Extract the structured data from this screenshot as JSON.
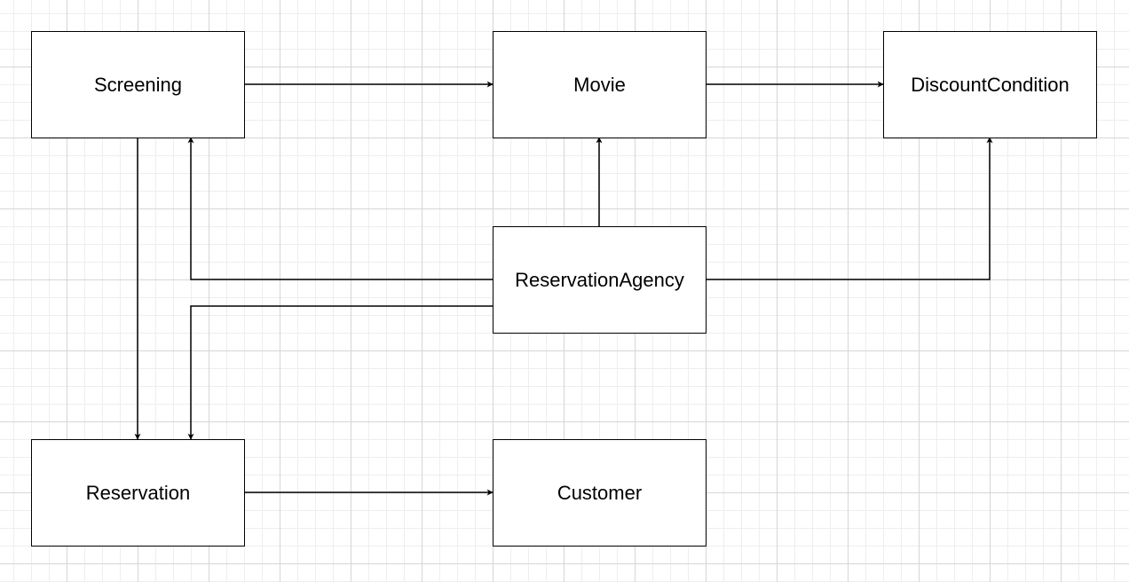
{
  "diagram": {
    "nodes": [
      {
        "id": "screening",
        "label": "Screening"
      },
      {
        "id": "movie",
        "label": "Movie"
      },
      {
        "id": "discountcondition",
        "label": "DiscountCondition"
      },
      {
        "id": "reservationagency",
        "label": "ReservationAgency"
      },
      {
        "id": "reservation",
        "label": "Reservation"
      },
      {
        "id": "customer",
        "label": "Customer"
      }
    ],
    "edges": [
      {
        "from": "screening",
        "to": "movie"
      },
      {
        "from": "movie",
        "to": "discountcondition"
      },
      {
        "from": "reservationagency",
        "to": "movie"
      },
      {
        "from": "reservationagency",
        "to": "discountcondition"
      },
      {
        "from": "reservationagency",
        "to": "screening"
      },
      {
        "from": "reservationagency",
        "to": "reservation"
      },
      {
        "from": "screening",
        "to": "reservation"
      },
      {
        "from": "reservation",
        "to": "customer"
      }
    ],
    "colors": {
      "stroke": "#000000",
      "node_fill": "#ffffff",
      "grid_major": "#d6d6d6",
      "grid_minor": "#eeeeee"
    }
  }
}
